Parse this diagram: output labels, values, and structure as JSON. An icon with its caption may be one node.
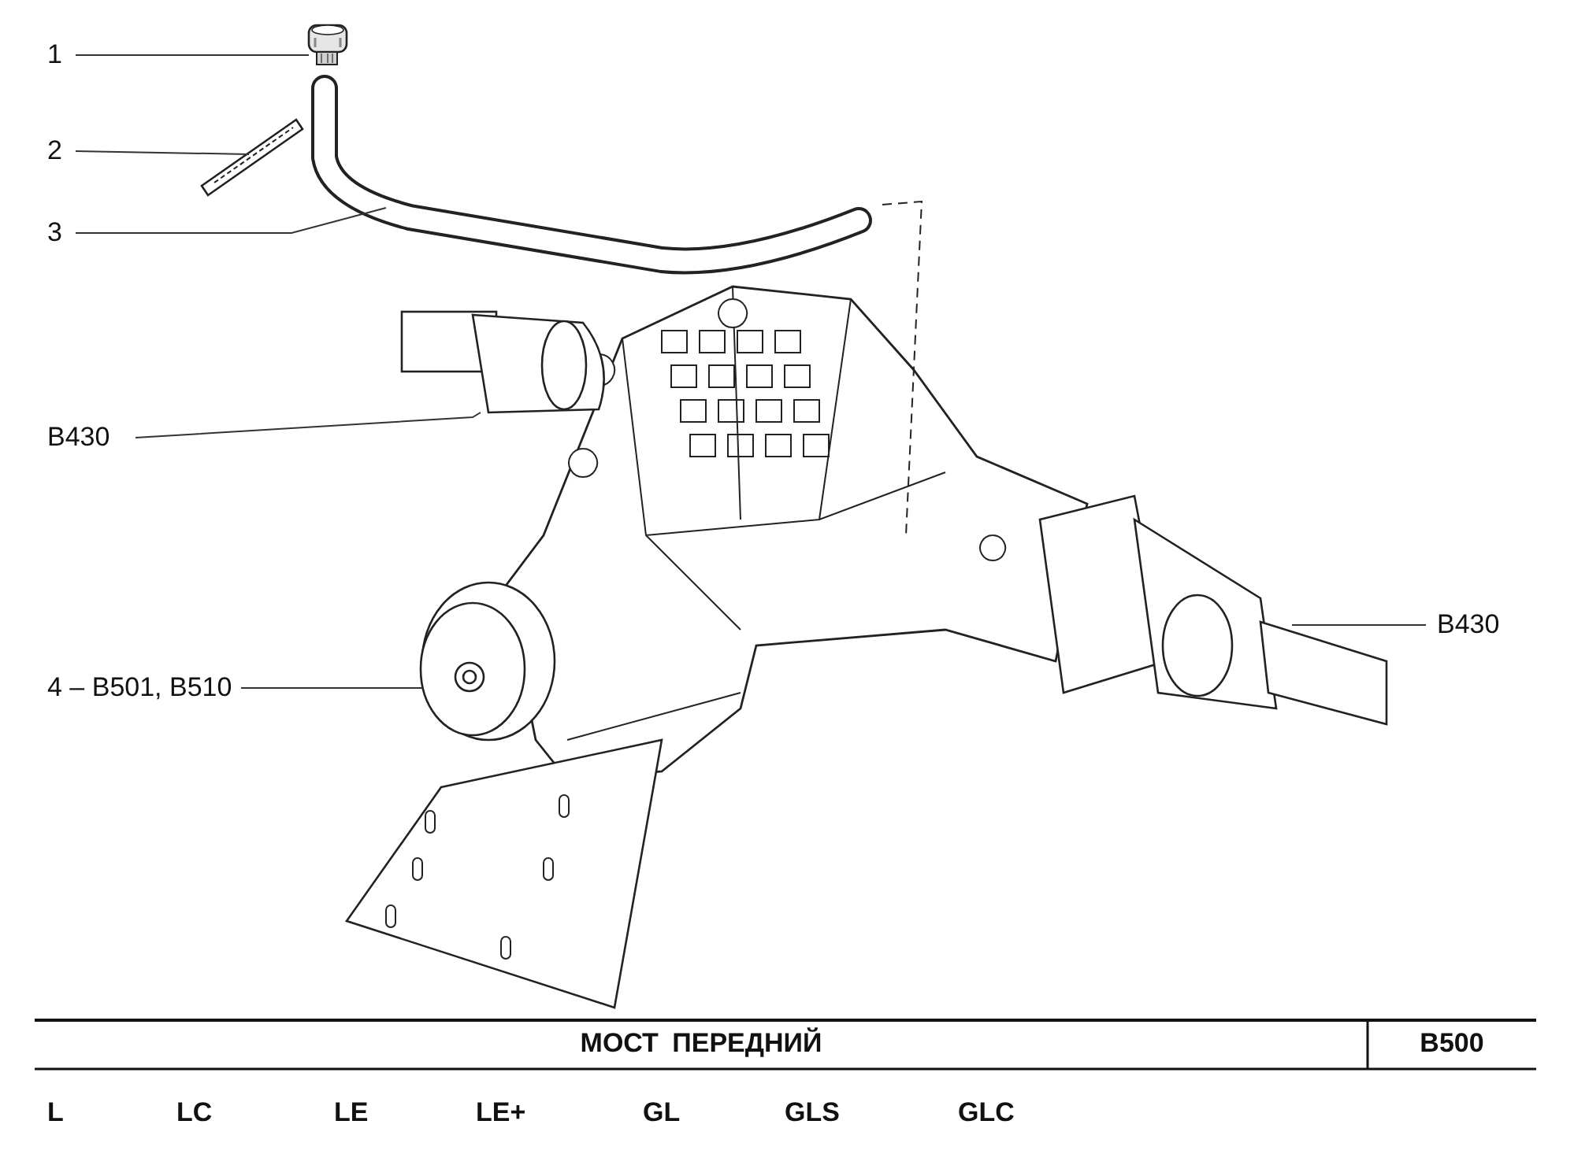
{
  "diagram": {
    "nodes": [
      {
        "text": [
          "1"
        ]
      },
      {
        "text": [
          "2"
        ]
      },
      {
        "text": [
          "3"
        ]
      },
      {
        "text": [
          "B430"
        ]
      },
      {
        "text": [
          "4 – B501, B510"
        ]
      },
      {
        "text": [
          "B430"
        ]
      },
      {
        "text": [],
        "shape": "picture"
      },
      {
        "text": [],
        "shape": "picture"
      },
      {
        "text": [],
        "shape": "picture"
      },
      {
        "text": [],
        "shape": "picture"
      },
      {
        "text": [],
        "shape": "picture"
      },
      {
        "text": [],
        "shape": "picture"
      }
    ],
    "edges": [
      {
        "from": 0,
        "to": 6,
        "arrow": "none"
      },
      {
        "from": 1,
        "to": 7,
        "arrow": "none"
      },
      {
        "from": 2,
        "to": 8,
        "arrow": "none"
      },
      {
        "from": 3,
        "to": 9,
        "arrow": "none"
      },
      {
        "from": 4,
        "to": 10,
        "arrow": "none"
      },
      {
        "from": 5,
        "to": 11,
        "arrow": "none"
      }
    ],
    "labels": [
      "МОСТ ПЕРЕДНИЙ",
      "B500",
      "L",
      "LC",
      "LE",
      "LE+",
      "GL",
      "GLS",
      "GLC"
    ]
  }
}
